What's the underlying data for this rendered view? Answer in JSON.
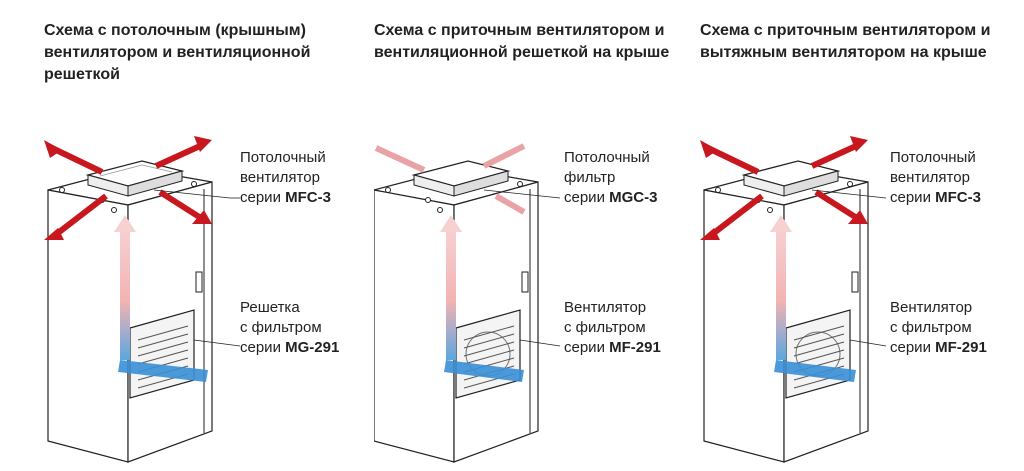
{
  "colors": {
    "hot_arrow": "#c8171e",
    "cool_arrow": "#3a8fd6",
    "cabinet_outline": "#222222",
    "panel_fill": "#ffffff"
  },
  "panels": [
    {
      "title": "Схема с потолочным (крышным) вентилятором и вентиляционной решеткой",
      "roof_label": {
        "line1": "Потолочный",
        "line2": "вентилятор",
        "series": "серии",
        "model": "MFC-3"
      },
      "side_label": {
        "line1": "Решетка",
        "line2": "с фильтром",
        "series": "серии",
        "model": "MG-291"
      }
    },
    {
      "title": "Схема с приточным вентилятором и вентиляционной решеткой на крыше",
      "roof_label": {
        "line1": "Потолочный",
        "line2": "фильтр",
        "series": "серии",
        "model": "MGC-3"
      },
      "side_label": {
        "line1": "Вентилятор",
        "line2": "с фильтром",
        "series": "серии",
        "model": "MF-291"
      }
    },
    {
      "title": "Схема с приточным вентилятором и вытяжным вентилятором на крыше",
      "roof_label": {
        "line1": "Потолочный",
        "line2": "вентилятор",
        "series": "серии",
        "model": "MFC-3"
      },
      "side_label": {
        "line1": "Вентилятор",
        "line2": "с фильтром",
        "series": "серии",
        "model": "MF-291"
      }
    }
  ]
}
